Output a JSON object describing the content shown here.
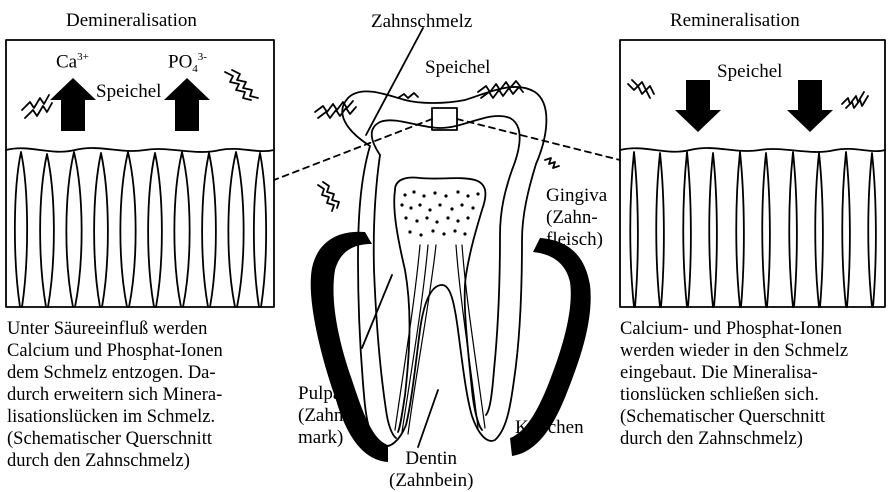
{
  "left_panel": {
    "title": "Demineralisation",
    "ion_ca": "Ca",
    "ion_ca_sup": "3+",
    "ion_po": "PO",
    "ion_po_sub": "4",
    "ion_po_sup": "3-",
    "saliva_label": "Speichel",
    "caption_lines": [
      "Unter Säureeinfluß werden",
      "Calcium und Phosphat-Ionen",
      "dem Schmelz entzogen. Da-",
      "durch erweitern sich Minera-",
      "lisationslücken im Schmelz.",
      "(Schematischer Querschnitt",
      "durch den Zahnschmelz)"
    ]
  },
  "center": {
    "title": "Zahnschmelz",
    "saliva_label": "Speichel",
    "gingiva_lines": [
      "Gingiva",
      "(Zahn-",
      "fleisch)"
    ],
    "pulpa_lines": [
      "Pulpa",
      "(Zahn-",
      "mark)"
    ],
    "dentin_lines": [
      "Dentin",
      "(Zahnbein)"
    ],
    "knochen": "Knochen"
  },
  "right_panel": {
    "title": "Remineralisation",
    "saliva_label": "Speichel",
    "caption_lines": [
      "Calcium- und Phosphat-Ionen",
      "werden wieder in den Schmelz",
      "eingebaut. Die Mineralisa-",
      "tionslücken schließen sich.",
      "(Schematischer Querschnitt",
      "durch den Zahnschmelz)"
    ]
  }
}
